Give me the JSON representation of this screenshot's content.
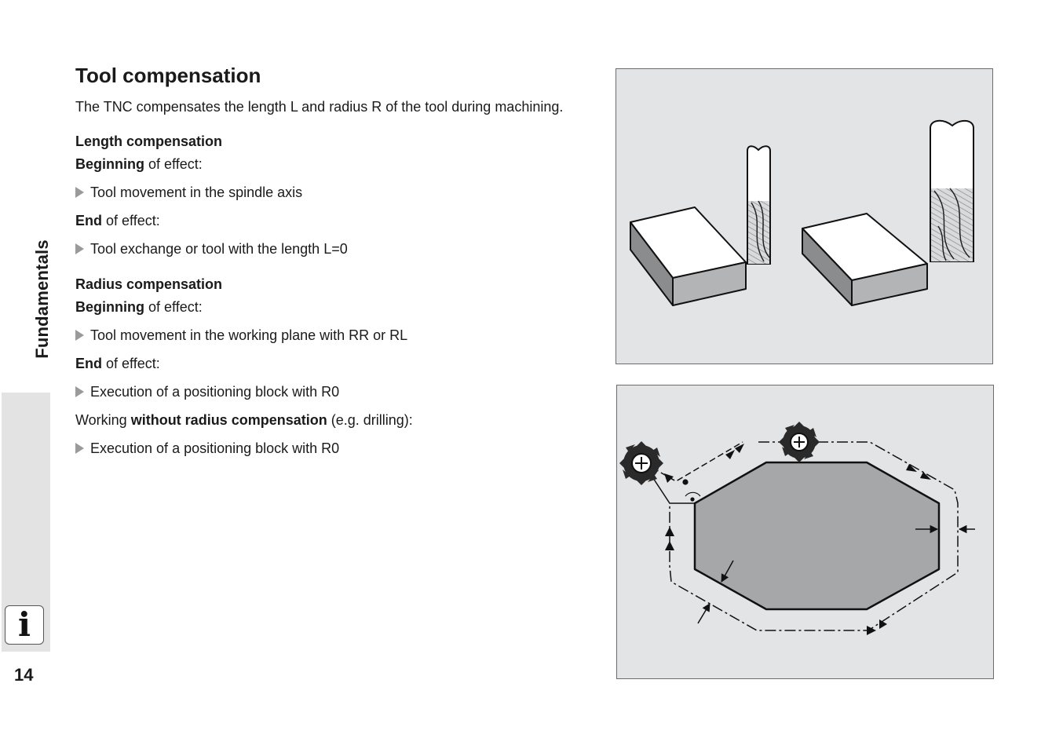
{
  "page": {
    "section_label": "Fundamentals",
    "page_number": "14",
    "info_icon": "i"
  },
  "title": "Tool compensation",
  "intro": "The TNC compensates the length L and radius R of the tool during machining.",
  "length": {
    "heading": "Length compensation",
    "begin_bold": "Beginning",
    "begin_rest": " of effect:",
    "begin_bullet": "Tool movement in the spindle axis",
    "end_bold": "End",
    "end_rest": " of effect:",
    "end_bullet": "Tool exchange or tool with the length L=0"
  },
  "radius": {
    "heading": "Radius compensation",
    "begin_bold": "Beginning",
    "begin_rest": " of effect:",
    "begin_bullet": "Tool movement in the working plane with RR or RL",
    "end_bold": "End",
    "end_rest": " of effect:",
    "end_bullet": "Execution of a positioning block with R0"
  },
  "without": {
    "pre": "Working ",
    "bold": "without radius compensation",
    "post": " (e.g. drilling):",
    "bullet": "Execution of a positioning block with R0"
  },
  "icons": {
    "bullet": "triangle-right-icon",
    "info": "info-icon"
  },
  "colors": {
    "figure_bg": "#e3e4e5",
    "side_tab": "#e3e3e3",
    "workpiece": "#a6a7a9"
  }
}
